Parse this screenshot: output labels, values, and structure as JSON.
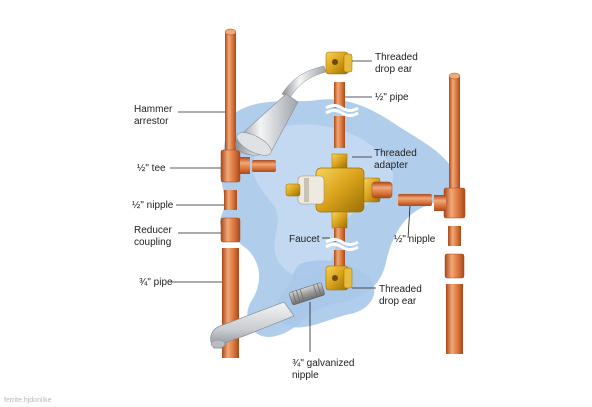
{
  "labels": {
    "threaded_drop_ear_top": [
      "Threaded",
      "drop ear"
    ],
    "half_pipe": "½\" pipe",
    "hammer_arrestor": [
      "Hammer",
      "arrestor"
    ],
    "half_tee": "½\" tee",
    "threaded_adapter": [
      "Threaded",
      "adapter"
    ],
    "half_nipple_left": "½\" nipple",
    "reducer_coupling": [
      "Reducer",
      "coupling"
    ],
    "faucet": "Faucet",
    "half_nipple_right": "½\" nipple",
    "three_quarter_pipe": "¾\" pipe",
    "threaded_drop_ear_bottom": [
      "Threaded",
      "drop ear"
    ],
    "galvanized_nipple": [
      "¾\" galvanized",
      "nipple"
    ]
  },
  "watermark": "ferrite.hjdonlike",
  "colors": {
    "copper": "#d9743a",
    "copper_light": "#f2a878",
    "copper_dark": "#a9491b",
    "brass": "#d9a21a",
    "brass_dark": "#9a6f08",
    "water_splash": "#a9c8ea",
    "chrome": "#c9ccd0",
    "chrome_dark": "#8a8f96",
    "galvanized": "#9a9a9a"
  }
}
